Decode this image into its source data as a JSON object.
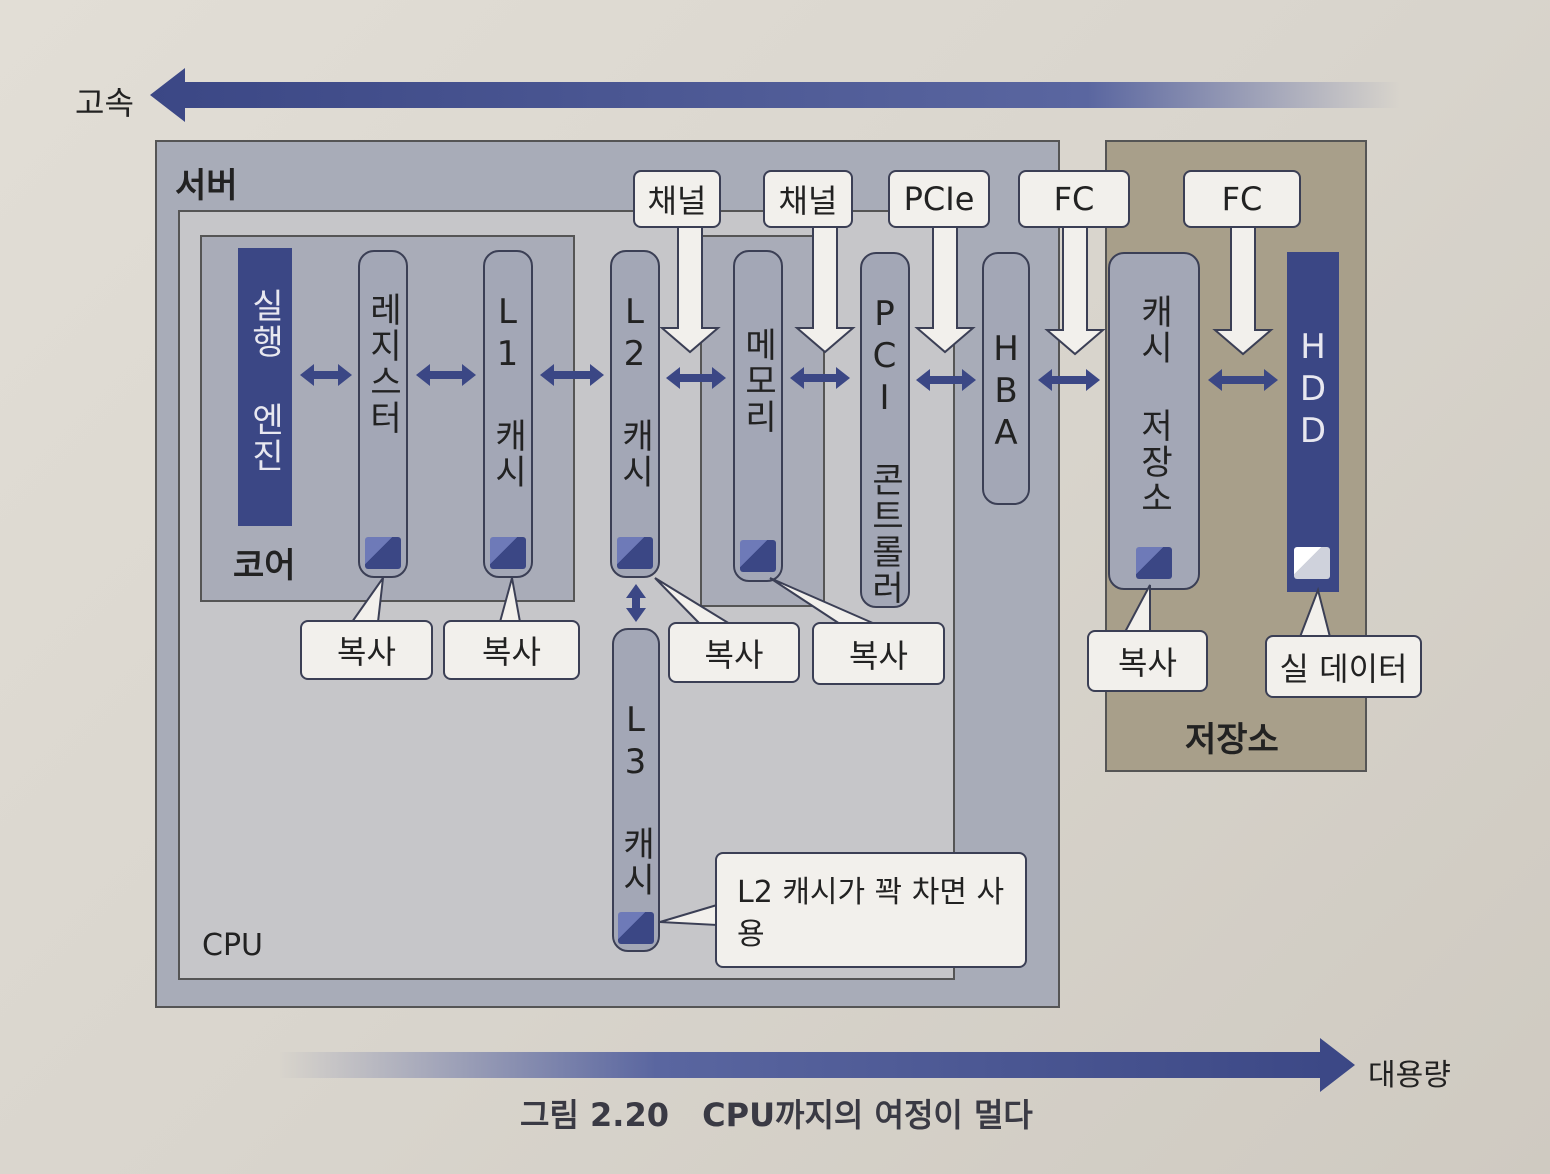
{
  "axis": {
    "fast": "고속",
    "capacity": "대용량"
  },
  "regions": {
    "server": "서버",
    "cpu": "CPU",
    "core": "코어",
    "storage": "저장소"
  },
  "components": {
    "exec_engine": "실행 엔진",
    "register": "레지스터",
    "l1": "L1 캐시",
    "l2": "L2 캐시",
    "l3": "L3 캐시",
    "memory": "메모리",
    "pci": "PCI 콘트롤러",
    "hba": "HBA",
    "cache_storage": "캐시 저장소",
    "hdd": "HDD"
  },
  "links": {
    "channel1": "채널",
    "channel2": "채널",
    "pcie": "PCIe",
    "fc1": "FC",
    "fc2": "FC"
  },
  "callouts": {
    "copy": "복사",
    "real_data": "실 데이터",
    "l3_note": "L2 캐시가 꽉 차면 사용"
  },
  "caption": {
    "number": "그림 2.20",
    "title": "CPU까지의 여정이 멀다"
  },
  "colors": {
    "arrow": "#3b4785",
    "server": "#a8acb8",
    "storage": "#a89f8a"
  }
}
